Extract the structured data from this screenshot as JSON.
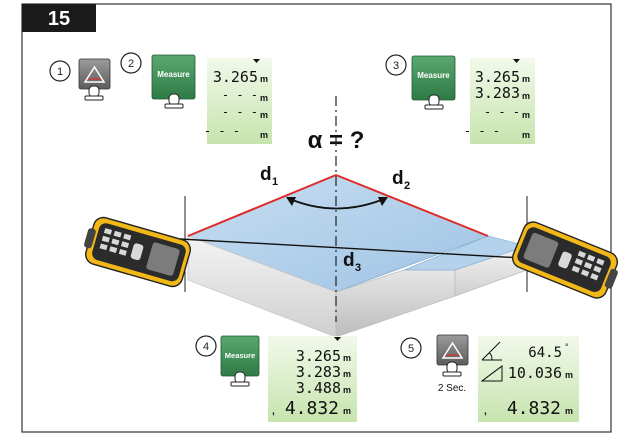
{
  "step_number": "15",
  "formula": "α = ?",
  "distance_labels": {
    "d1": "d",
    "d1_sub": "1",
    "d2": "d",
    "d2_sub": "2",
    "d3": "d",
    "d3_sub": "3"
  },
  "steps": [
    {
      "number": "1"
    },
    {
      "number": "2",
      "button_label": "Measure",
      "lines": [
        "3.265",
        "- - -",
        "- - -",
        "- - -"
      ],
      "units": [
        "m",
        "m",
        "m",
        "m"
      ]
    },
    {
      "number": "3",
      "button_label": "Measure",
      "lines": [
        "3.265",
        "3.283",
        "- - -",
        "- - -"
      ],
      "units": [
        "m",
        "m",
        "m",
        "m"
      ]
    },
    {
      "number": "4",
      "button_label": "Measure",
      "lines": [
        "3.265",
        "3.283",
        "3.488",
        "4.832"
      ],
      "units": [
        "m",
        "m",
        "m",
        "m"
      ]
    },
    {
      "number": "5",
      "timer_label": "2 Sec.",
      "lines": [
        "64.5",
        "10.036",
        "4.832"
      ],
      "units": [
        "°",
        "m",
        "m"
      ]
    }
  ],
  "colors": {
    "header_bg": "#1a1a1a",
    "button_green": "#3e8f55",
    "lcd_green": "#d9efc9",
    "laser_red": "#e02a2a",
    "surface_blue": "#a9cbe8",
    "device_yellow": "#f2b817"
  }
}
